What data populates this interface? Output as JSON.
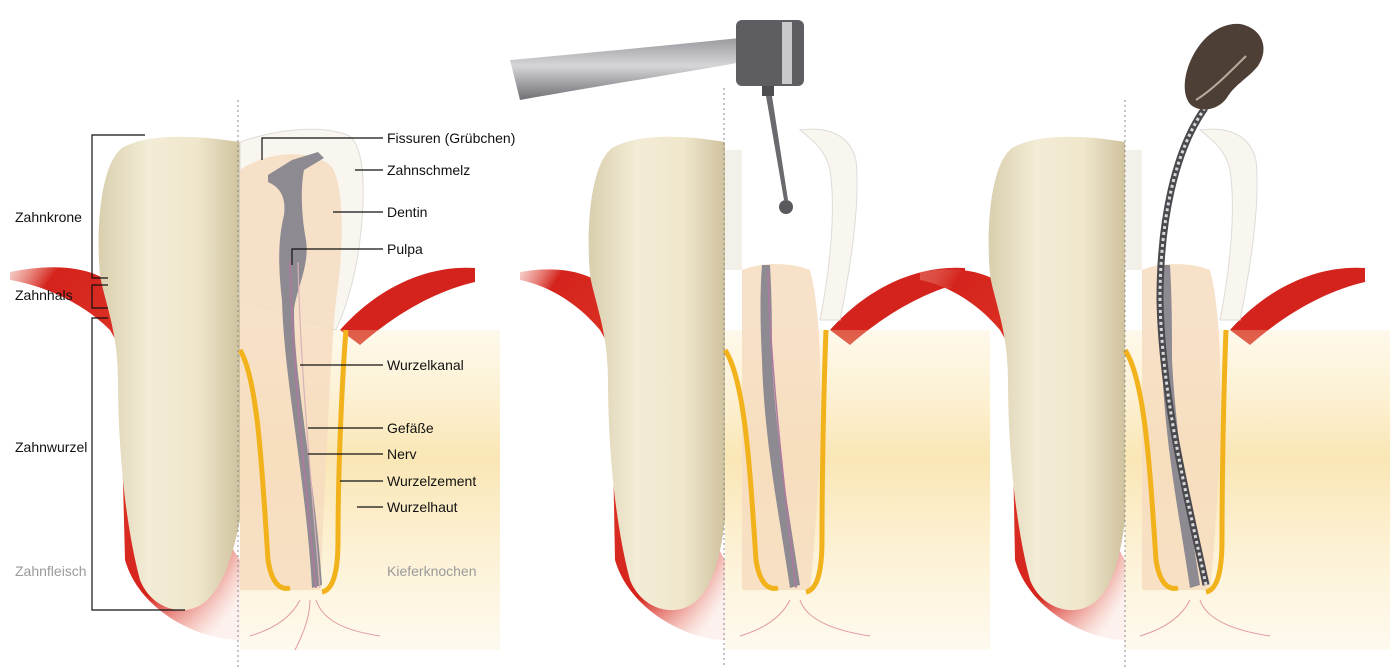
{
  "left_labels": {
    "crown": "Zahnkrone",
    "neck": "Zahnhals",
    "root": "Zahnwurzel",
    "gum": "Zahnfleisch"
  },
  "right_labels": {
    "fissures": "Fissuren (Grübchen)",
    "enamel": "Zahnschmelz",
    "dentin": "Dentin",
    "pulp": "Pulpa",
    "root_canal": "Wurzelkanal",
    "vessels": "Gefäße",
    "nerve": "Nerv",
    "cementum": "Wurzelzement",
    "periodontium": "Wurzelhaut",
    "jawbone": "Kieferknochen"
  },
  "colors": {
    "gum": "#d4231c",
    "tooth": "#efe6cc",
    "enamel": "#ffffff",
    "dentin": "#f6dcc0",
    "bone": "#f8dc95",
    "cementum_line": "#f2b21c",
    "pulp_grey": "#8d8a91",
    "nerve": "#b07aa0",
    "label_grey": "#9a9a9a"
  },
  "icons": [
    "dental-drill-icon",
    "root-canal-file-icon"
  ]
}
